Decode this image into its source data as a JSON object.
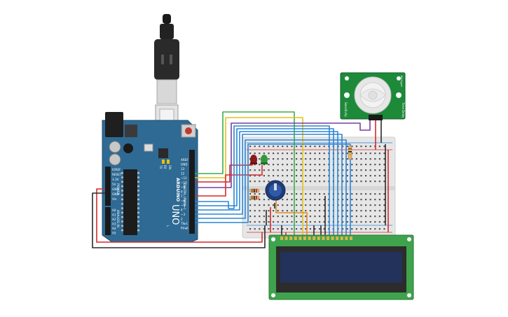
{
  "arduino": {
    "brand": "ARDUINO",
    "model": "UNO",
    "header_digital": "DIGITAL (PWM~)",
    "header_analog": "ANALOG IN",
    "header_power": "POWER",
    "tx": "TX",
    "rx": "RX",
    "on": "ON",
    "l": "L",
    "digital_pins": [
      "AREF",
      "GND",
      "13",
      "12",
      "~11",
      "~10",
      "~9",
      "8",
      "7",
      "~6",
      "~5",
      "4",
      "~3",
      "2",
      "TX▸1",
      "RX◂0"
    ],
    "power_pins": [
      "IOREF",
      "RESET",
      "3.3V",
      "5V",
      "GND",
      "GND",
      "Vin"
    ],
    "analog_pins": [
      "A0",
      "A1",
      "A2",
      "A3",
      "A4",
      "A5"
    ]
  },
  "pir": {
    "left_label": "Sensitivity",
    "right_label": "Time Delay",
    "top_label": "Retrigger"
  },
  "colors": {
    "board_blue": "#2e6a94",
    "breadboard": "#e6e6e6",
    "lcd_green": "#3fa34d",
    "lcd_screen": "#22325a",
    "pir_green": "#1d8a3a",
    "wire_red": "#d42a2a",
    "wire_black": "#2a2a2a",
    "wire_blue": "#2a86d6",
    "wire_green": "#3cae4a",
    "wire_yellow": "#e2c21a",
    "wire_purple": "#7a3fa0",
    "wire_orange": "#e08a1e"
  },
  "icons": [
    "usb-cable-icon",
    "potentiometer-icon",
    "led-red-icon",
    "led-green-icon",
    "resistor-icon",
    "pir-dome-icon"
  ]
}
